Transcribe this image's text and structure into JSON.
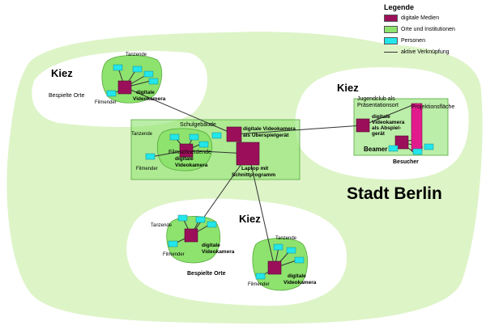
{
  "legend": {
    "title": "Legende",
    "media": "digitale Medien",
    "places": "Orte und Institutionen",
    "persons": "Personen",
    "link": "aktive Verknüpfung"
  },
  "colors": {
    "media": "#9b0f5a",
    "place": "#8ee36e",
    "place_border": "#55a83b",
    "region": "#ddf4c7",
    "person": "#22e6ea",
    "projection": "#e21b8d"
  },
  "labels": {
    "stadt_berlin": "Stadt Berlin",
    "kiez_top_left": "Kiez",
    "kiez_right": "Kiez",
    "kiez_bottom": "Kiez",
    "bespielte_orte_top": "Bespielte Orte",
    "bespielte_orte_bottom": "Bespielte Orte",
    "schulgebaeude": "Schulgebäude",
    "jugendclub_1": "Jugendclub als",
    "jugendclub_2": "Präsentationsort",
    "projektionsflaeche": "Projektionsfläche",
    "tanzende_1": "Tanzende",
    "tanzende_2": "Tanzende",
    "tanzende_3": "Tanzende",
    "tanzende_4": "Tanzende",
    "filmender_1": "Filmender",
    "filmender_2": "Filmender",
    "filmender_3": "Filmender",
    "filmender_4": "Filmender",
    "filmschneidende": "Filmschneidende",
    "beamer": "Beamer",
    "besucher": "Besucher",
    "cam1_a": "digitale",
    "cam1_b": "Videokamera",
    "cam2_a": "digitale",
    "cam2_b": "Videokamera",
    "cam3_a": "digitale",
    "cam3_b": "Videokamera",
    "cam4_a": "digitale",
    "cam4_b": "Videokamera",
    "cam5_a": "digitale Videokamera",
    "cam5_b": "als Überspielgerät",
    "laptop_a": "Laptop mit",
    "laptop_b": "Schnittprogramm",
    "play_a": "digitale",
    "play_b": "Videokamera",
    "play_c": "als Abspiel-",
    "play_d": "gerät"
  }
}
